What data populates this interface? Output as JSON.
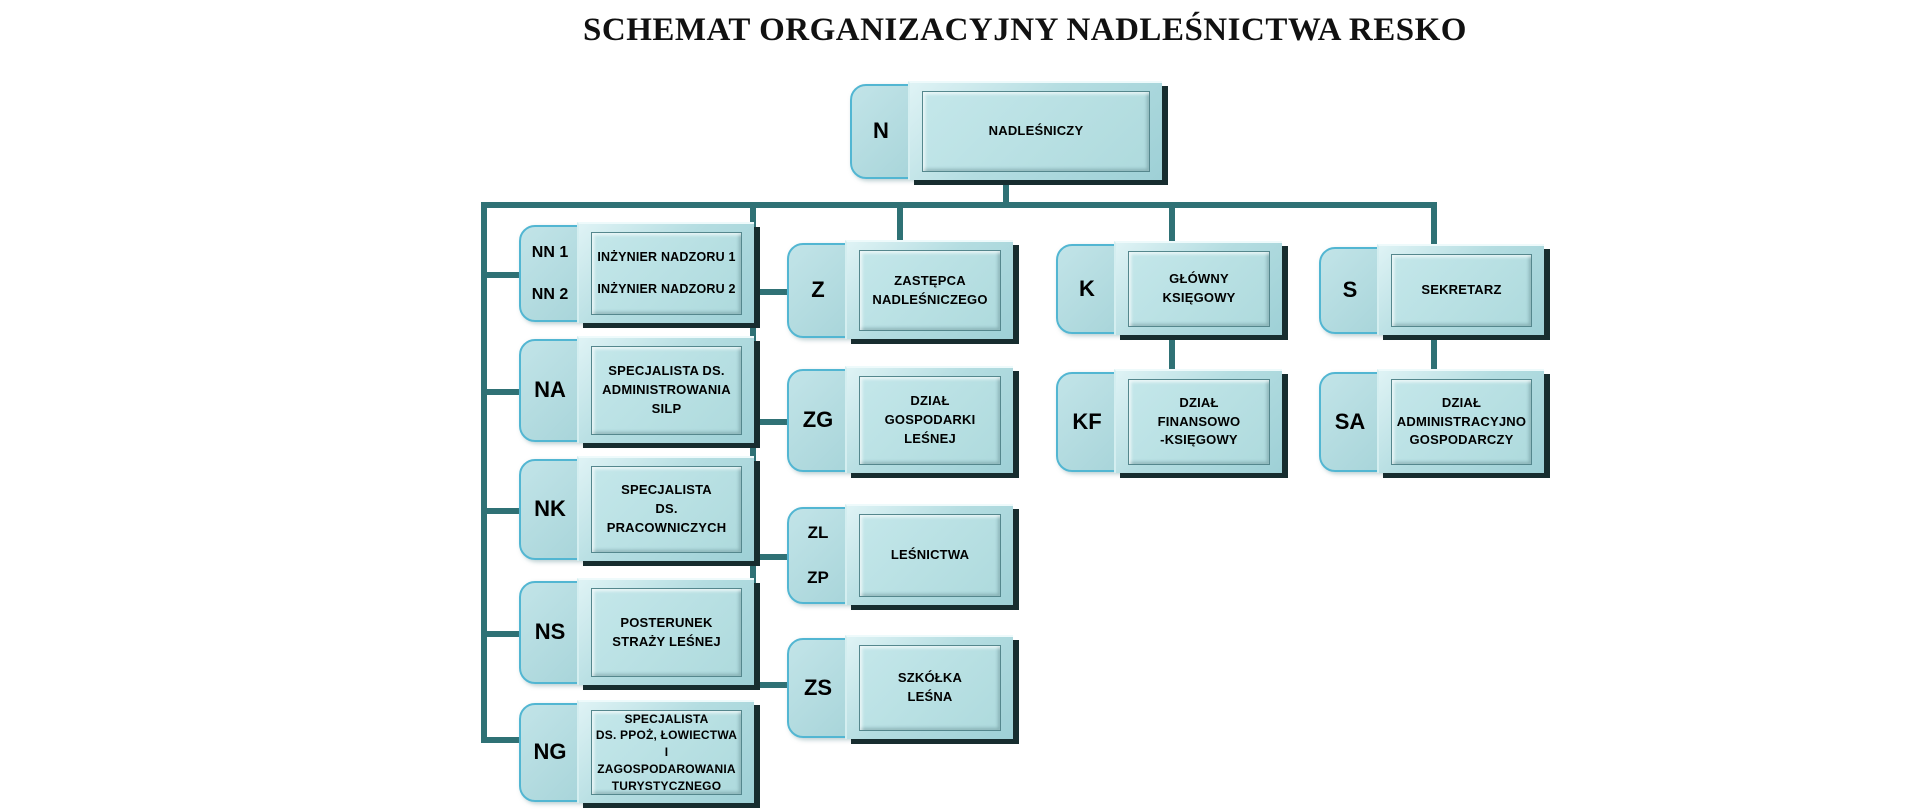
{
  "title": "SCHEMAT ORGANIZACYJNY NADLEŚNICTWA RESKO",
  "colors": {
    "connector": "#2f7175",
    "box_fill": "#aed9dd",
    "box_shadow": "#172d2f",
    "tab_border": "#52b6d2",
    "text": "#000000",
    "background": "#ffffff"
  },
  "nodes": {
    "n": {
      "code": "N",
      "label": "NADLEŚNICZY"
    },
    "nn": {
      "code": "NN 1\nNN 2",
      "label": "INŻYNIER NADZORU 1\nINŻYNIER NADZORU 2"
    },
    "na": {
      "code": "NA",
      "label": "SPECJALISTA DS.\nADMINISTROWANIA\nSILP"
    },
    "nk": {
      "code": "NK",
      "label": "SPECJALISTA\nDS. PRACOWNICZYCH"
    },
    "ns": {
      "code": "NS",
      "label": "POSTERUNEK\nSTRAŻY LEŚNEJ"
    },
    "ng": {
      "code": "NG",
      "label": "SPECJALISTA\nDS. PPOŻ, ŁOWIECTWA I\nZAGOSPODAROWANIA\nTURYSTYCZNEGO"
    },
    "z": {
      "code": "Z",
      "label": "ZASTĘPCA\nNADLEŚNICZEGO"
    },
    "zg": {
      "code": "ZG",
      "label": "DZIAŁ\nGOSPODARKI LEŚNEJ"
    },
    "zl": {
      "code": "ZL\nZP",
      "label": "LEŚNICTWA"
    },
    "zs": {
      "code": "ZS",
      "label": "SZKÓŁKA\nLEŚNA"
    },
    "k": {
      "code": "K",
      "label": "GŁÓWNY KSIĘGOWY"
    },
    "kf": {
      "code": "KF",
      "label": "DZIAŁ\nFINANSOWO\n-KSIĘGOWY"
    },
    "s": {
      "code": "S",
      "label": "SEKRETARZ"
    },
    "sa": {
      "code": "SA",
      "label": "DZIAŁ\nADMINISTRACYJNO\nGOSPODARCZY"
    }
  }
}
